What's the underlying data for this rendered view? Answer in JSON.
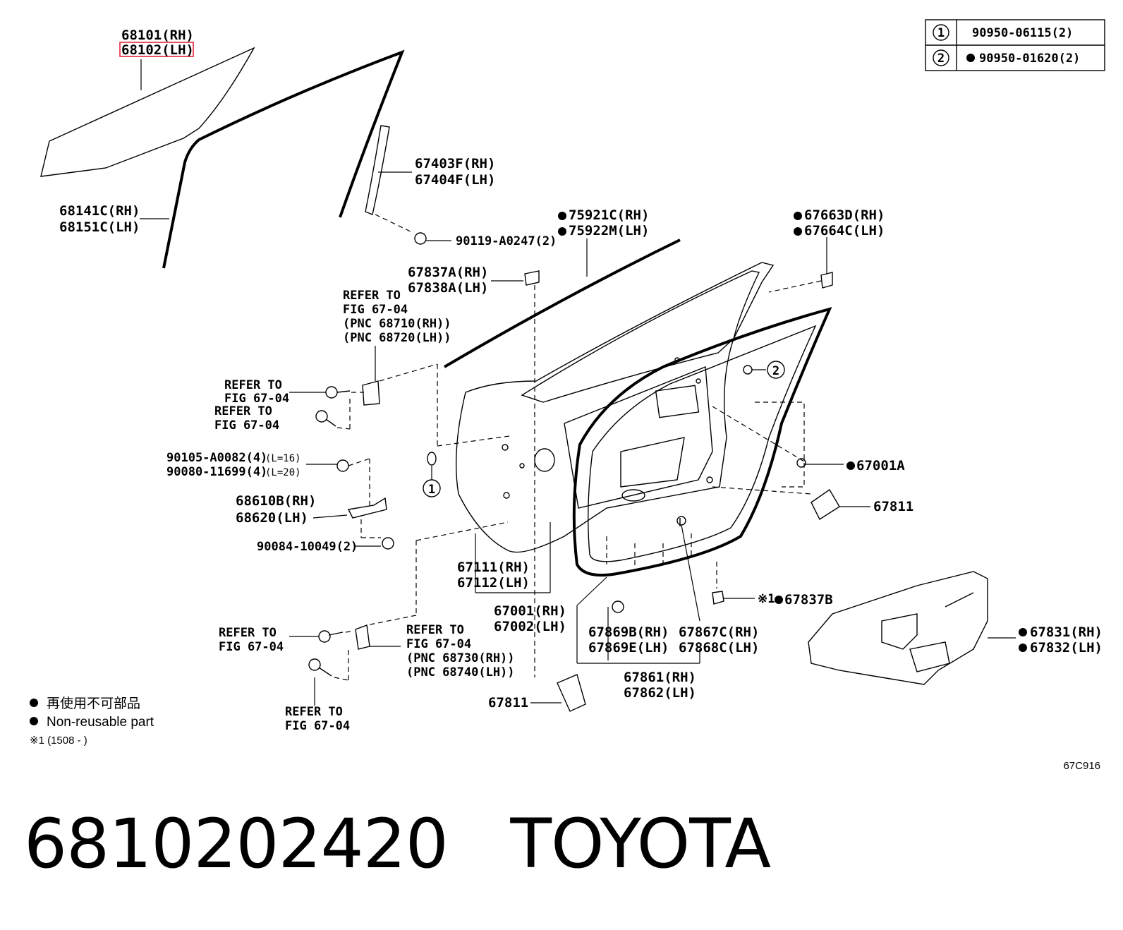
{
  "caption": {
    "part_number": "6810202420",
    "brand": "TOYOTA"
  },
  "figure_code": "67C916",
  "fastener_table": [
    {
      "key": "1",
      "part": "90950-06115(2)",
      "non_reusable": false
    },
    {
      "key": "2",
      "part": "90950-01620(2)",
      "non_reusable": true
    }
  ],
  "legend": {
    "cn": "再使用不可部品",
    "en": "Non-reusable part",
    "note": "※1 (1508 -     )"
  },
  "labels": {
    "glass_rh": "68101(RH)",
    "glass_lh": "68102(LH)",
    "run_rh": "68141C(RH)",
    "run_lh": "68151C(LH)",
    "sash_rh": "67403F(RH)",
    "sash_lh": "67404F(LH)",
    "screw_a0247": "90119-A0247(2)",
    "belt_rh": "75921C(RH)",
    "belt_lh": "75922M(LH)",
    "cover_rh": "67663D(RH)",
    "cover_lh": "67664C(LH)",
    "clip_a_rh": "67837A(RH)",
    "clip_a_lh": "67838A(LH)",
    "refer_upper_1": "REFER TO",
    "refer_upper_2": "FIG 67-04",
    "refer_upper_3": "(PNC 68710(RH))",
    "refer_upper_4": "(PNC 68720(LH))",
    "refer_a_1": "REFER TO",
    "refer_a_2": "FIG 67-04",
    "refer_b_1": "REFER TO",
    "refer_b_2": "FIG 67-04",
    "bolt_a0082": "90105-A0082(4)",
    "bolt_a0082_len": "(L=16)",
    "bolt_11699": "90080-11699(4)",
    "bolt_11699_len": "(L=20)",
    "check_rh": "68610B(RH)",
    "check_lh": "68620(LH)",
    "bolt_10049": "90084-10049(2)",
    "plug_67001a": "67001A",
    "seal_67811_right": "67811",
    "panel_rh": "67111(RH)",
    "panel_lh": "67112(LH)",
    "door_rh": "67001(RH)",
    "door_lh": "67002(LH)",
    "clip_b_note": "※1",
    "clip_b": "67837B",
    "weather_rh": "67869B(RH)",
    "weather_lh": "67869E(LH)",
    "wstrip_rh": "67867C(RH)",
    "wstrip_lh": "67868C(LH)",
    "hole_rh": "67831(RH)",
    "hole_lh": "67832(LH)",
    "refer_c_1": "REFER TO",
    "refer_c_2": "FIG 67-04",
    "refer_lower_1": "REFER TO",
    "refer_lower_2": "FIG 67-04",
    "refer_lower_3": "(PNC 68730(RH))",
    "refer_lower_4": "(PNC 68740(LH))",
    "refer_d_1": "REFER TO",
    "refer_d_2": "FIG 67-04",
    "seal_67811_bottom": "67811",
    "door_weather_rh": "67861(RH)",
    "door_weather_lh": "67862(LH)"
  },
  "callouts": {
    "one": "1",
    "two": "2"
  },
  "colors": {
    "highlight_box": "#e0192b",
    "ink": "#000000"
  }
}
